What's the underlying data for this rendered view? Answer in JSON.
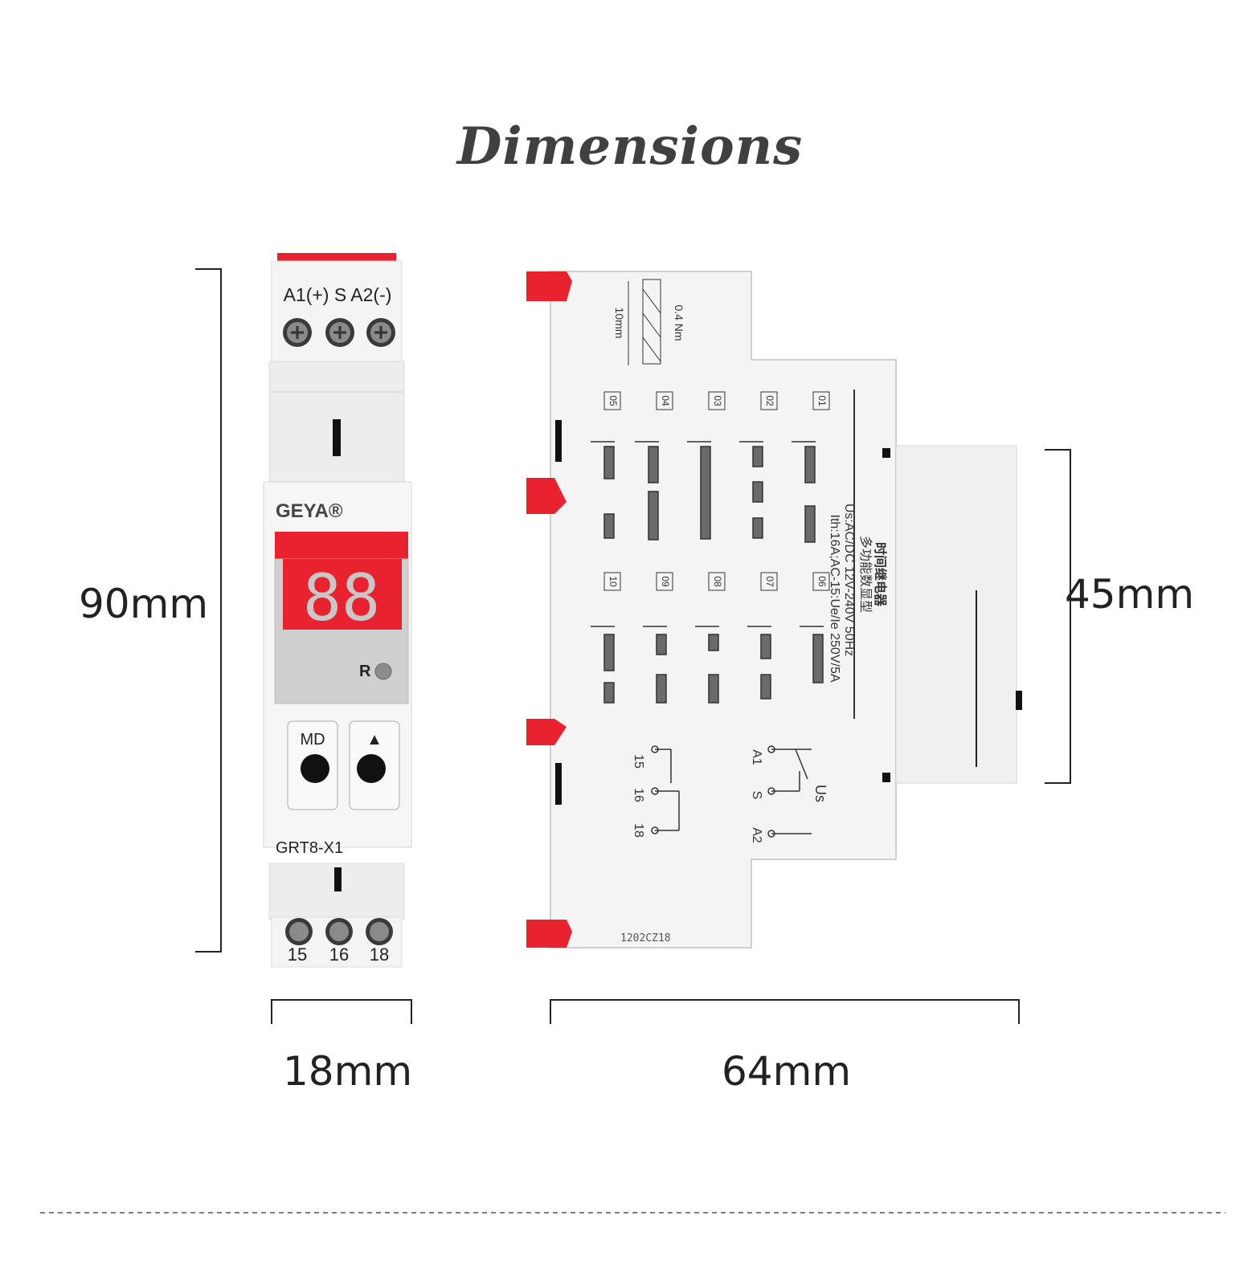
{
  "title": "Dimensions",
  "dimensions": {
    "height_front": "90mm",
    "height_side": "45mm",
    "width_front": "18mm",
    "depth_side": "64mm"
  },
  "front_view": {
    "top_terminals_label": "A1(+) S A2(-)",
    "brand": "GEYA®",
    "display_digits": "88",
    "indicator_label": "R",
    "button_md_label": "MD",
    "button_up_label": "▲",
    "model": "GRT8-X1",
    "bottom_terminals": [
      "15",
      "16",
      "18"
    ]
  },
  "side_view": {
    "torque": "0.4 Nm",
    "strip_length": "10mm",
    "label_cn_title": "时间继电器",
    "label_cn_subtitle": "多功能数显型",
    "label_supply": "Us:AC/DC 12V-240V 50Hz",
    "label_ratings": "Ith:16A;AC-15:Ue/Ie 250V/5A",
    "function_codes": [
      "01",
      "02",
      "03",
      "04",
      "05",
      "06",
      "07",
      "08",
      "09",
      "10"
    ],
    "wiring_left": [
      "15",
      "16",
      "18"
    ],
    "wiring_right": [
      "A1",
      "S",
      "A2"
    ],
    "wiring_us": "Us",
    "date_code": "1202CZ18"
  },
  "colors": {
    "red": "#e8232f",
    "body": "#f1f1f1",
    "line": "#222222"
  }
}
